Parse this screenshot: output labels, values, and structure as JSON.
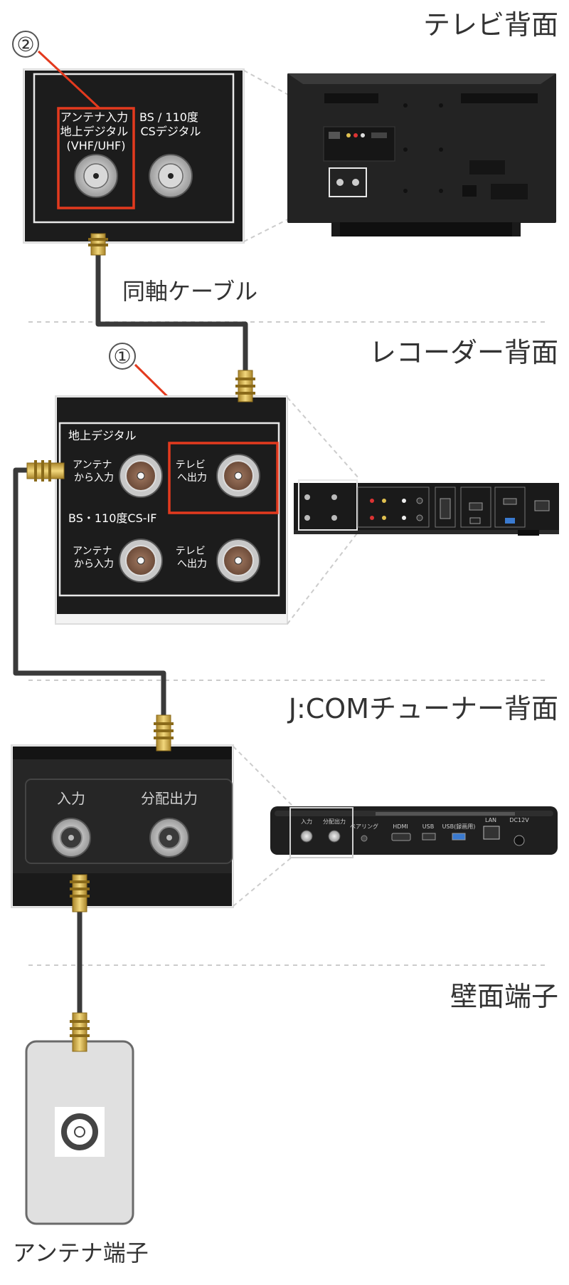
{
  "sections": {
    "tv": "テレビ背面",
    "recorder": "レコーダー背面",
    "tuner": "J:COMチューナー背面",
    "wall": "壁面端子"
  },
  "cable_label": "同軸ケーブル",
  "markers": {
    "one": "①",
    "two": "②"
  },
  "tv_panel": {
    "antenna_label": [
      "アンテナ入力",
      "地上デジタル",
      "(VHF/UHF)"
    ],
    "bs_label": [
      "BS / 110度",
      "CSデジタル"
    ]
  },
  "recorder_panel": {
    "terrestrial": "地上デジタル",
    "bs": "BS・110度CS-IF",
    "antenna_in": [
      "アンテナ",
      "から入力"
    ],
    "tv_out": [
      "テレビ",
      "へ出力"
    ]
  },
  "tuner_panel": {
    "input": "入力",
    "split_out": "分配出力"
  },
  "tuner_device_labels": {
    "input": "入力",
    "split_out": "分配出力",
    "pairing": "ペアリング",
    "hdmi": "HDMI",
    "usb": "USB",
    "usb_rec": "USB(録画用)",
    "lan": "LAN",
    "dc": "DC12V"
  },
  "wall_caption": "アンテナ端子",
  "colors": {
    "panel": "#1c1c1c",
    "highlight": "#e33a1e",
    "cable": "#3a3a3a",
    "gold": "#d8b450",
    "wallplate": "#e0e0e0",
    "dashed": "#cccccc"
  }
}
